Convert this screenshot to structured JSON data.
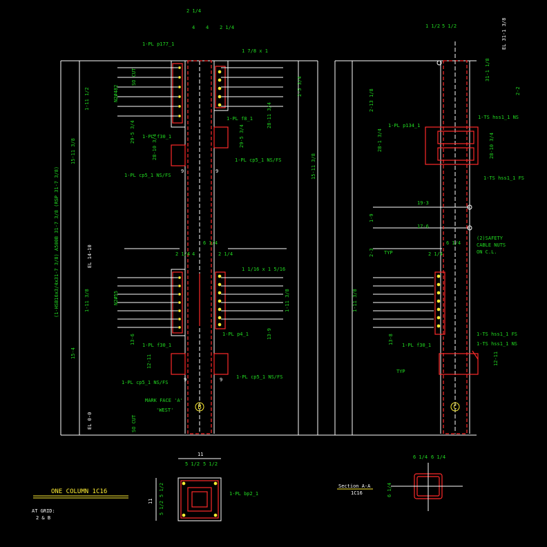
{
  "title": "ONE COLUMN 1C16",
  "at_grid": "AT GRID:",
  "grid_ids": "2 & B",
  "grid_b": "B",
  "grid_c": "C",
  "section_title": "Section A-A",
  "section_ref": "1C16",
  "mark_face": "MARK FACE 'A'",
  "mark_face_dir": "'WEST'",
  "safety_note_1": "(2)SAFETY",
  "safety_note_2": "CABLE NUTS",
  "safety_note_3": "ON C.L.",
  "left_col": {
    "pl_top": "1-PL p177_1",
    "pl_f8": "1-PL f8_1",
    "pl_f30_top": "1-PL f30_1",
    "pl_cp5_left_top": "1-PL cp5_1 NS/FS",
    "pl_cp5_right_top": "1-PL cp5_1 NS/FS",
    "pl_f30_bot": "1-PL f30_1",
    "pl_p4": "1-PL p4_1",
    "pl_cp5_left_bot": "1-PL cp5_1 NS/FS",
    "pl_cp5_right_bot": "1-PL cp5_1 NS/FS",
    "pl_bp2": "1-PL bp2_1",
    "dim_top": [
      "2 1/4",
      "4",
      "4",
      "2 1/4"
    ],
    "dim_mid": [
      "2 1/4",
      "4",
      "6 1/4",
      "2 1/4"
    ],
    "dim_ends": [
      "9",
      "9",
      "9",
      "9"
    ],
    "el_top": "EL 14-10",
    "el_bot": "EL 0-0",
    "so_cut_top": "SO CUT",
    "so_cut_bot": "SO CUT",
    "bolts_top": "N2#482",
    "bolts_mid": "N2#55",
    "dims_vert": [
      "1-11 1/2",
      "29-5 3/4",
      "28-10 3/4",
      "15-11 3/8",
      "1-11 3/8",
      "13-6",
      "15-4",
      "12-11",
      "2-5 3/4",
      "28-11 3/4",
      "29-5 3/4",
      "15-11 3/8",
      "1-11 3/8",
      "13-9"
    ],
    "long_label": "(1-HSB16x3/4x31-7 3/8)  A500B 31-7 3/8  (RSP 31-7 3/8)",
    "weld_1": "1 7/8 x 1",
    "weld_2": "1 1/16 x 1 5/16"
  },
  "right_col": {
    "ts_ns": "1-TS hss1_1 NS",
    "ts_fs": "1-TS hss1_1 FS",
    "pl_p134": "1-PL p134_1",
    "pl_f30": "1-PL f30_1",
    "ts_fs_bot": "1-TS hss1_1 FS",
    "ts_ns_bot": "1-TS hss1_1 NS",
    "dim_19_3": "19-3",
    "dim_17_6": "17-6",
    "dim_1_9": "1-9",
    "dim_2_3": "2-3",
    "dim_2_2": "2-2",
    "dims_vert": [
      "2-13 1/8",
      "28-1 3/4",
      "1-11 3/8",
      "13-8",
      "31-1 1/8",
      "28-10 3/4",
      "12-11",
      "2-3"
    ],
    "el_top": "EL 31-1 3/8",
    "typ": "TYP",
    "dim_top": [
      "1 1/2",
      "5 1/2"
    ],
    "dim_mid": [
      "2 1/4",
      "6 1/4"
    ]
  },
  "base_plate": {
    "dims_top": [
      "11",
      "5 1/2",
      "5 1/2"
    ],
    "dims_left": [
      "11",
      "5 1/2",
      "5 1/2"
    ]
  },
  "section_dims": [
    "6 1/4",
    "6 1/4",
    "6 1/4"
  ]
}
